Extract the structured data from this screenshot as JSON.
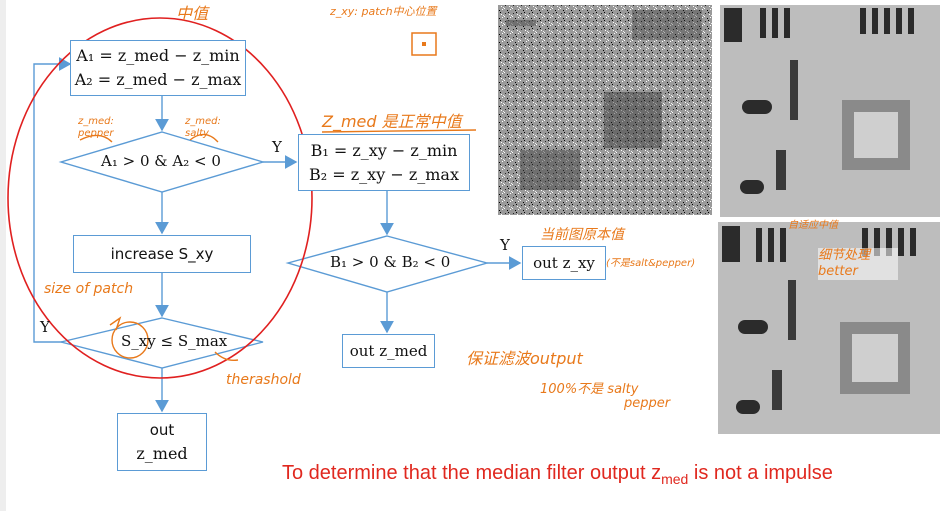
{
  "boxes": {
    "a_def": {
      "line1": "A₁ = z_med − z_min",
      "line2": "A₂ = z_med − z_max"
    },
    "cond_a": "A₁ > 0 & A₂ < 0",
    "increase": "increase S_xy",
    "cond_s": "S_xy ≤ S_max",
    "out_med_left": {
      "line1": "out",
      "line2": "z_med"
    },
    "b_def": {
      "line1": "B₁ = z_xy − z_min",
      "line2": "B₂ = z_xy − z_max"
    },
    "cond_b": "B₁ > 0 & B₂ < 0",
    "out_med_mid": "out z_med",
    "out_xy": "out z_xy"
  },
  "branch_labels": {
    "y_a": "Y",
    "y_b": "Y",
    "y_loop": "Y"
  },
  "annotations": {
    "median": "中值",
    "patch_center": "z_xy: patch中心位置",
    "zmed_pepper": "z_med: pepper",
    "zmed_salty": "z_med: salty",
    "zmed_normal": "Z_med 是正常中值",
    "current_pixel": "当前图原本值",
    "not_salt_pepper": "(不是salt&pepper)",
    "size_of_patch": "size of patch",
    "threshold": "therashold",
    "guarantee": "保证滤波output",
    "not_salt_pepper_2": "100%不是 salty",
    "pepper": "pepper",
    "adaptive_median": "自适应中值",
    "detail_better": "细节处理 better"
  },
  "caption": {
    "pre": "To determine that the median filter output z",
    "sub": "med",
    "post": " is not a impulse"
  },
  "colors": {
    "box_border": "#5b9bd5",
    "arrow": "#5b9bd5",
    "ellipse": "#e02020",
    "note": "#e8791b",
    "caption": "#e0281f"
  }
}
